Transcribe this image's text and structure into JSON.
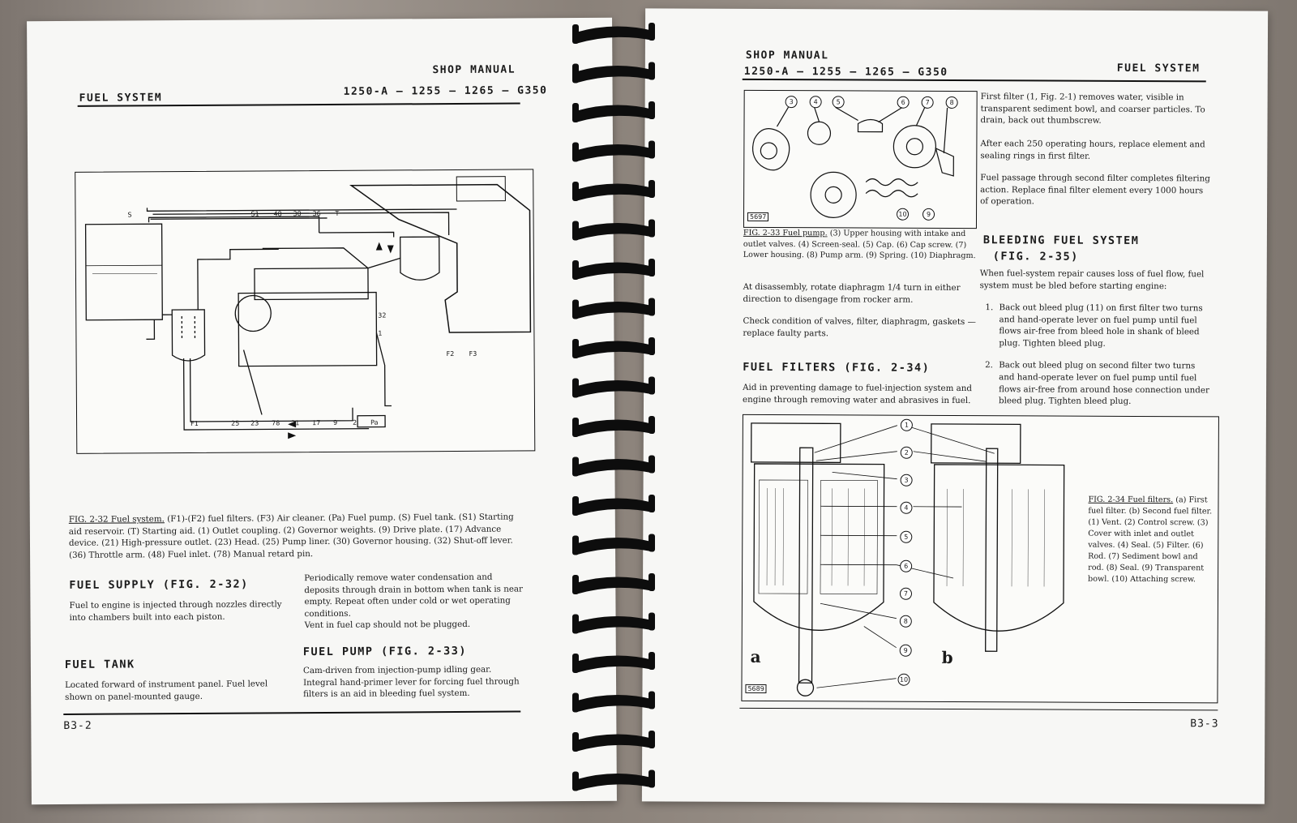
{
  "left_page": {
    "header_manual": "SHOP MANUAL",
    "header_section": "FUEL SYSTEM",
    "header_models": "1250-A – 1255 – 1265 – G350",
    "figure_labels": [
      "S",
      "S1",
      "48",
      "30",
      "36",
      "T",
      "32",
      "1",
      "F2",
      "F3",
      "F1",
      "25",
      "23",
      "78",
      "21",
      "17",
      "9",
      "2",
      "Pa"
    ],
    "caption_fig": "FIG. 2-32 Fuel system.",
    "caption_text": "(F1)-(F2) fuel filters. (F3) Air cleaner. (Pa) Fuel pump. (S) Fuel tank. (S1) Starting aid reservoir. (T) Starting aid. (1) Outlet coupling. (2) Governor weights. (9) Drive plate. (17) Advance device. (21) High-pressure outlet. (23) Head. (25) Pump liner. (30) Governor housing. (32) Shut-off lever. (36) Throttle arm. (48) Fuel inlet. (78) Manual retard pin.",
    "fuel_supply_title": "FUEL SUPPLY (FIG. 2-32)",
    "fuel_supply_text": "Fuel to engine is injected through nozzles directly into chambers built into each piston.",
    "periodic_text": "Periodically remove water condensation and deposits through drain in bottom when tank is near empty. Repeat often under cold or wet operating conditions.",
    "vent_text": "Vent in fuel cap should not be plugged.",
    "fuel_tank_title": "FUEL TANK",
    "fuel_tank_text": "Located forward of instrument panel. Fuel level shown on panel-mounted gauge.",
    "fuel_pump_title": "FUEL PUMP (FIG. 2-33)",
    "fuel_pump_text": "Cam-driven from injection-pump idling gear. Integral hand-primer lever for forcing fuel through filters is an aid in bleeding fuel system.",
    "page_number": "B3-2"
  },
  "right_page": {
    "header_manual": "SHOP MANUAL",
    "header_models": "1250-A – 1255 – 1265 – G350",
    "header_section": "FUEL SYSTEM",
    "fig33_tag": "5697",
    "fig33_numbers": [
      "3",
      "4",
      "5",
      "6",
      "7",
      "8",
      "10",
      "9"
    ],
    "fig33_caption_fig": "FIG. 2-33 Fuel pump.",
    "fig33_caption_text": "(3) Upper housing with intake and outlet valves. (4) Screen-seal. (5) Cap. (6) Cap screw. (7) Lower housing. (8) Pump arm. (9) Spring. (10) Diaphragm.",
    "disassembly_text": "At disassembly, rotate diaphragm 1/4 turn in either direction to disengage from rocker arm.",
    "check_text": "Check condition of valves, filter, diaphragm, gaskets — replace faulty parts.",
    "fuel_filters_title": "FUEL FILTERS (FIG. 2-34)",
    "fuel_filters_text": "Aid in preventing damage to fuel-injection system and engine through removing water and abrasives in fuel.",
    "first_filter_text": "First filter (1, Fig. 2-1) removes water, visible in transparent sediment bowl, and coarser particles. To drain, back out thumbscrew.",
    "after_each_text": "After each 250 operating hours, replace element and sealing rings in first filter.",
    "fuel_passage_text": "Fuel passage through second filter completes filtering action. Replace final filter element every 1000 hours of operation.",
    "bleeding_title": "BLEEDING FUEL SYSTEM",
    "bleeding_subtitle": "(FIG. 2-35)",
    "bleeding_intro": "When fuel-system repair causes loss of fuel flow, fuel system must be bled before starting engine:",
    "step1": "Back out bleed plug (11) on first filter two turns and hand-operate lever on fuel pump until fuel flows air-free from bleed hole in shank of bleed plug. Tighten bleed plug.",
    "step2": "Back out bleed plug on second filter two turns and hand-operate lever on fuel pump until fuel flows air-free from around hose connection under bleed plug. Tighten bleed plug.",
    "fig34_tag": "5689",
    "fig34_letter_a": "a",
    "fig34_letter_b": "b",
    "fig34_numbers": [
      "1",
      "2",
      "3",
      "4",
      "5",
      "6",
      "7",
      "8",
      "9",
      "10"
    ],
    "fig34_caption_fig": "FIG. 2-34 Fuel filters.",
    "fig34_caption_text": "(a) First fuel filter. (b) Second fuel filter. (1) Vent. (2) Control screw. (3) Cover with inlet and outlet valves. (4) Seal. (5) Filter. (6) Rod. (7) Sediment bowl and rod. (8) Seal. (9) Transparent bowl. (10) Attaching screw.",
    "page_number": "B3-3"
  }
}
